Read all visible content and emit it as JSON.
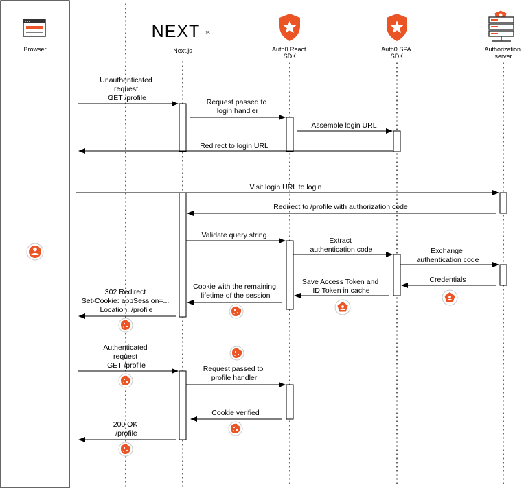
{
  "participants": [
    {
      "id": "browser",
      "label_lines": [
        "Browser"
      ]
    },
    {
      "id": "nextjs",
      "label_lines": [
        "Next.js"
      ],
      "logo_text": "NEXT",
      "logo_sub": ".JS"
    },
    {
      "id": "react_sdk",
      "label_lines": [
        "Auth0 React",
        "SDK"
      ]
    },
    {
      "id": "spa_sdk",
      "label_lines": [
        "Auth0 SPA",
        "SDK"
      ]
    },
    {
      "id": "auth_server",
      "label_lines": [
        "Authorization",
        "server"
      ]
    }
  ],
  "messages": [
    {
      "id": "unauth-request",
      "lines": [
        "Unauthenticated",
        "request",
        "GET /profile"
      ]
    },
    {
      "id": "passed-login-handler",
      "lines": [
        "Request passed to",
        "login handler"
      ]
    },
    {
      "id": "assemble-login-url",
      "lines": [
        "Assemble login URL"
      ]
    },
    {
      "id": "redirect-login-url",
      "lines": [
        "Redirect to login URL"
      ]
    },
    {
      "id": "visit-login-url",
      "lines": [
        "Visit login URL to login"
      ]
    },
    {
      "id": "redirect-profile-code",
      "lines": [
        "Redirect to /profile with authorization code"
      ]
    },
    {
      "id": "validate-query",
      "lines": [
        "Validate query string"
      ]
    },
    {
      "id": "extract-code",
      "lines": [
        "Extract",
        "authentication code"
      ]
    },
    {
      "id": "exchange-code",
      "lines": [
        "Exchange",
        "authentication code"
      ]
    },
    {
      "id": "credentials",
      "lines": [
        "Credentials"
      ]
    },
    {
      "id": "save-tokens",
      "lines": [
        "Save Access Token and",
        "ID Token in cache"
      ]
    },
    {
      "id": "cookie-lifetime",
      "lines": [
        "Cookie with the remaining",
        "lifetime of the session"
      ]
    },
    {
      "id": "redirect-302",
      "lines": [
        "302 Redirect",
        "Set-Cookie: appSession=...",
        "Location: /profile"
      ]
    },
    {
      "id": "auth-request",
      "lines": [
        "Authenticated",
        "request",
        "GET /profile"
      ]
    },
    {
      "id": "passed-profile-handler",
      "lines": [
        "Request passed to",
        "profile handler"
      ]
    },
    {
      "id": "cookie-verified",
      "lines": [
        "Cookie verified"
      ]
    },
    {
      "id": "ok-200",
      "lines": [
        "200 OK",
        "/profile"
      ]
    }
  ],
  "colors": {
    "accent": "#eb5424",
    "line": "#000000",
    "background": "#ffffff"
  },
  "icons": [
    "browser-window-icon",
    "nextjs-logo",
    "auth0-shield-icon",
    "server-stack-icon",
    "user-badge-icon",
    "cookie-icon",
    "user-pentagon-icon"
  ]
}
